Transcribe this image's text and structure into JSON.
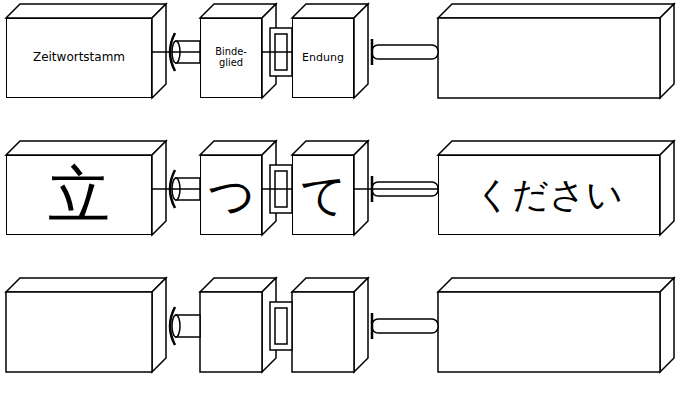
{
  "diagram": {
    "nodes": [
      {
        "text": [
          "Zeitwortstamm"
        ]
      },
      {
        "text": [
          "Binde- glied"
        ]
      },
      {
        "text": [
          "Endung"
        ]
      },
      {
        "text": [
          "立"
        ]
      },
      {
        "text": [
          "つ"
        ]
      },
      {
        "text": [
          "て"
        ]
      },
      {
        "text": [
          "ください"
        ]
      }
    ],
    "edges": [
      {
        "from": 0,
        "to": 1,
        "arrow": "none"
      },
      {
        "from": 1,
        "to": 2,
        "arrow": "none"
      },
      {
        "from": 3,
        "to": 4,
        "arrow": "none"
      },
      {
        "from": 4,
        "to": 5,
        "arrow": "none"
      },
      {
        "from": 5,
        "to": 6,
        "arrow": "none"
      }
    ]
  }
}
